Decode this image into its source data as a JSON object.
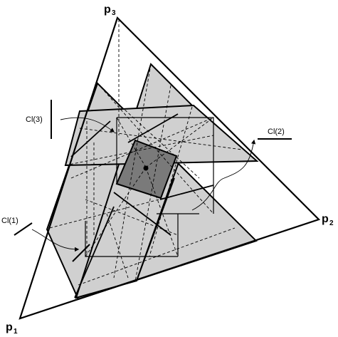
{
  "vertices": {
    "p1": {
      "letter": "p",
      "index": "1"
    },
    "p2": {
      "letter": "p",
      "index": "2"
    },
    "p3": {
      "letter": "p",
      "index": "3"
    }
  },
  "callouts": {
    "cl3": "Cl(3)",
    "cl2": "Cl(2)",
    "cl1": "Cl(1)"
  },
  "colors": {
    "band_fill": "#d0d0d0",
    "intersection_fill": "#7a7a7a",
    "stroke": "#000000"
  }
}
